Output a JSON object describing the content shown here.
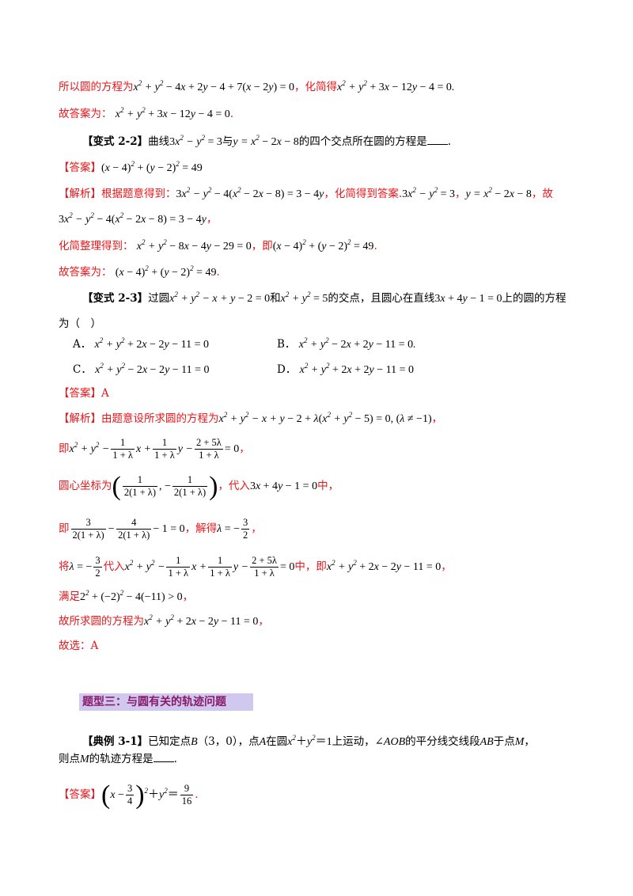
{
  "line1": {
    "prefix": "所以圆的方程为",
    "mid": "，化简得"
  },
  "line2": {
    "prefix": "故答案为："
  },
  "v22": {
    "tag": "【变式 2-2】",
    "t1": "曲线",
    "t2": "与",
    "t3": "的四个交点所在圆的方程是",
    "t4": "."
  },
  "v22_answer": {
    "tag": "【答案】"
  },
  "v22_analysis": {
    "tag": "【解析】",
    "t1": "根据题意得到：",
    "t2": "，化简得到答案.",
    "t3": "，",
    "t4": "，故"
  },
  "v22_simplify": {
    "t1": "化简整理得到：",
    "t2": "，即"
  },
  "v22_final": {
    "t1": "故答案为："
  },
  "v23": {
    "tag": "【变式 2-3】",
    "t1": "过圆",
    "t2": "和",
    "t3": "的交点，且圆心在直线",
    "t4": "上的圆的方程",
    "t5": "为（　）"
  },
  "options": {
    "A": "A．",
    "B": "B．",
    "C": "C．",
    "D": "D．"
  },
  "v23_answer": {
    "tag": "【答案】",
    "value": "A"
  },
  "v23_analysis": {
    "tag": "【解析】",
    "t1": "由题意设所求圆的方程为"
  },
  "v23_l2": {
    "t1": "即"
  },
  "v23_l3": {
    "t1": "圆心坐标为",
    "t2": "，代入",
    "t3": "中，"
  },
  "v23_l4": {
    "t1": "即",
    "t2": "，解得"
  },
  "v23_l5": {
    "t1": "将",
    "t2": "代入",
    "t3": "中，即"
  },
  "v23_l6": {
    "t1": "满足"
  },
  "v23_l7": {
    "t1": "故所求圆的方程为"
  },
  "v23_l8": {
    "t1": "故选：A"
  },
  "section": {
    "title": "题型三：与圆有关的轨迹问题"
  },
  "d31": {
    "tag": "【典例 3-1】",
    "t1": "已知定点",
    "t2": "（3，0），点",
    "t3": "在圆",
    "t4": "上运动，∠",
    "t5": "的平分线交线段",
    "t6": "于点",
    "t7": "，",
    "t8": "则点",
    "t9": "的轨迹方程是",
    "t10": "."
  },
  "d31_answer": {
    "tag": "【答案】"
  },
  "colors": {
    "accent_red": "#e8161a",
    "section_bg": "#d0c8ee",
    "section_text": "#8a1a6c"
  }
}
